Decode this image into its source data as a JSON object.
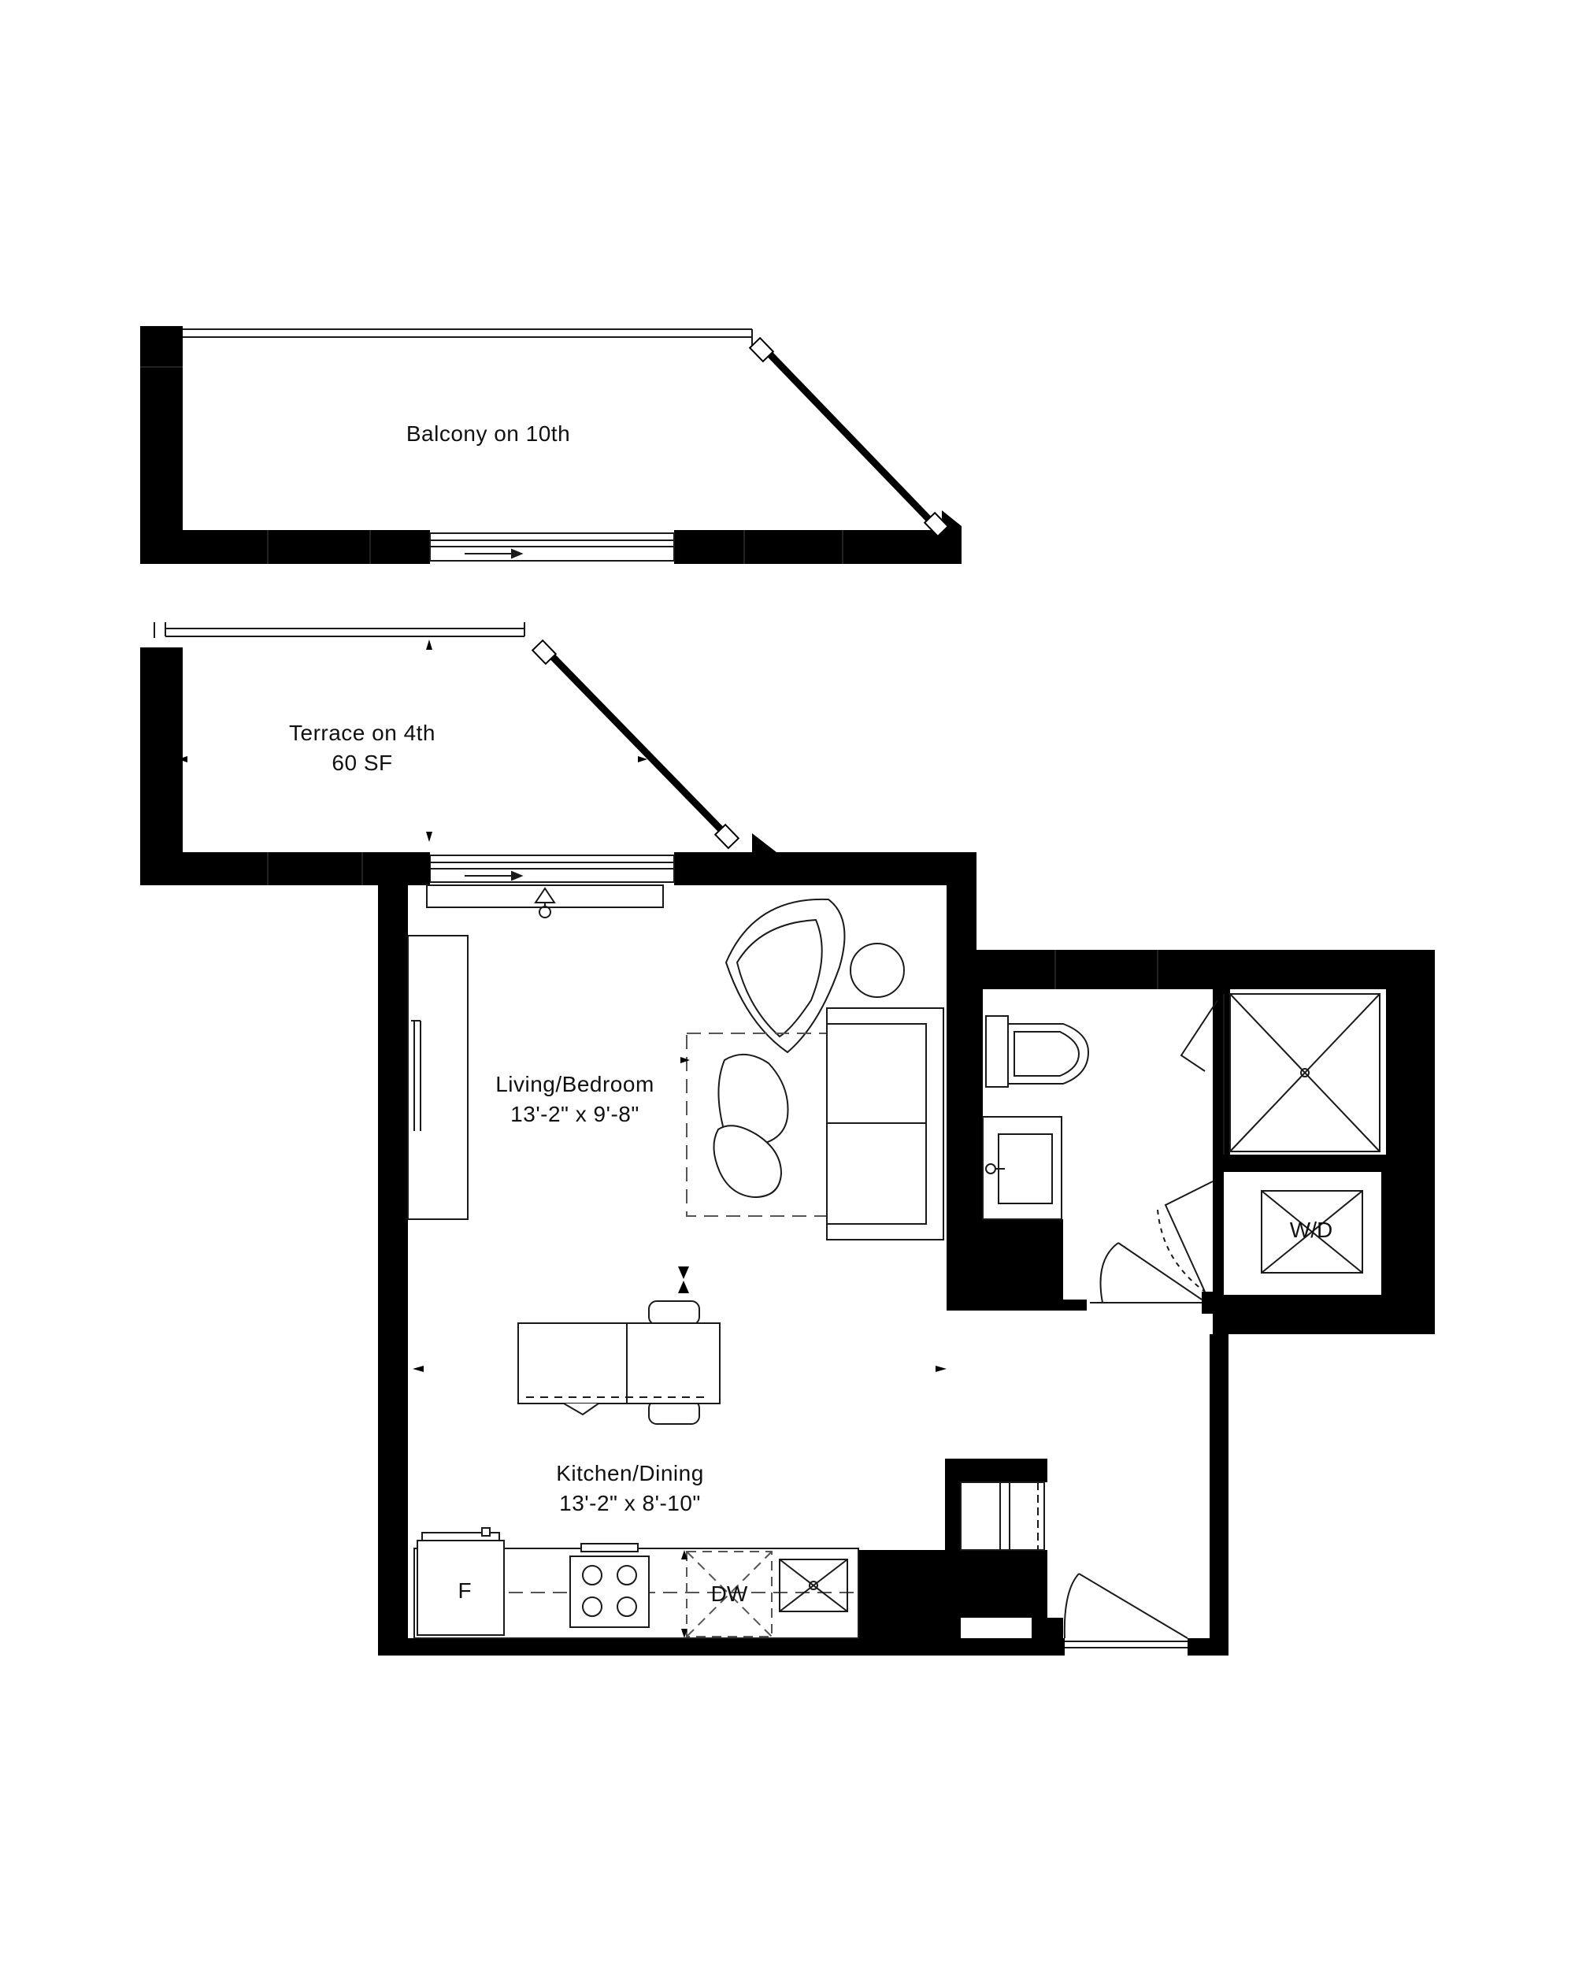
{
  "rooms": {
    "balcony": {
      "name": "Balcony on 10th"
    },
    "terrace": {
      "name": "Terrace on 4th",
      "area": "60 SF"
    },
    "living": {
      "name": "Living/Bedroom",
      "dims": "13'-2\" x 9'-8\""
    },
    "kitchen": {
      "name": "Kitchen/Dining",
      "dims": "13'-2\" x 8'-10\""
    }
  },
  "fixtures": {
    "fridge": "F",
    "dishwasher": "DW",
    "laundry": "W/D"
  },
  "colors": {
    "wall": "#000000",
    "line": "#1a1a1a",
    "background": "#ffffff"
  }
}
